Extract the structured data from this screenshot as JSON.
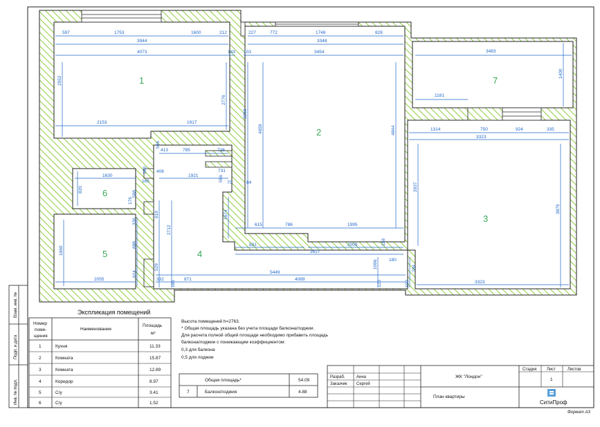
{
  "rooms": [
    {
      "num": "1",
      "name": "Кухня",
      "area": "11.33"
    },
    {
      "num": "2",
      "name": "Комната",
      "area": "15.87"
    },
    {
      "num": "3",
      "name": "Комната",
      "area": "12.89"
    },
    {
      "num": "4",
      "name": "Коридор",
      "area": "8.97"
    },
    {
      "num": "5",
      "name": "С/у",
      "area": "3.41"
    },
    {
      "num": "6",
      "name": "С/у",
      "area": "1.52"
    },
    {
      "num": "7",
      "name": "",
      "area": ""
    }
  ],
  "explication": {
    "title": "Экспликация помещений",
    "col_num": "Номер поме-щения",
    "col_num_lines": [
      "Номер",
      "поме-",
      "щения"
    ],
    "col_name": "Наименование",
    "col_area_lines": [
      "Площадь",
      "м²"
    ]
  },
  "notes": [
    "Высота помещений h=2763.",
    "* Общая площадь указана без учета площади балкона/лоджии.",
    "Для расчета полной общей площади необходимо прибавить площадь",
    "балкона/лоджии с понижающим коэффициентом:",
    "0,3 для балкона",
    "0,5 для лоджии"
  ],
  "totals": {
    "total_label": "Общая площадь*",
    "total_value": "54.09",
    "balcony_num": "7",
    "balcony_label": "Балкон/лоджия",
    "balcony_value": "4.88"
  },
  "stamp": {
    "row1_label": "Разраб.",
    "row1_name": "Анна",
    "row2_label": "Заказчик",
    "row2_name": "Сергей",
    "project": "ЖК \"Лондон\"",
    "drawing": "План квартиры",
    "col_stage": "Стадия",
    "col_sheet": "Лист",
    "col_sheets": "Листов",
    "sheet": "1",
    "company": "СитиПроф",
    "format": "Формат А3"
  },
  "side_labels": [
    "Взам. инв. №",
    "Подп. и дата",
    "Инв. № подл."
  ],
  "dims": [
    "597",
    "1753",
    "1600",
    "212",
    "227",
    "772",
    "1746",
    "828",
    "3944",
    "3348",
    "4073",
    "143",
    "103",
    "3454",
    "3483",
    "1400",
    "2552",
    "2776",
    "3250",
    "4659",
    "4844",
    "1181",
    "2153",
    "1917",
    "1314",
    "750",
    "924",
    "335",
    "3323",
    "413",
    "785",
    "726",
    "566",
    "180",
    "408",
    "731",
    "1630",
    "1921",
    "556",
    "70",
    "84",
    "820",
    "185",
    "588",
    "176",
    "2937",
    "3879",
    "336",
    "619",
    "2712",
    "1674",
    "615",
    "786",
    "1995",
    "1660",
    "888",
    "831",
    "2009",
    "3627",
    "158",
    "180",
    "1096",
    "784",
    "529",
    "5449",
    "4089",
    "2055",
    "614",
    "332",
    "871",
    "185",
    "100",
    "120",
    "3323"
  ]
}
